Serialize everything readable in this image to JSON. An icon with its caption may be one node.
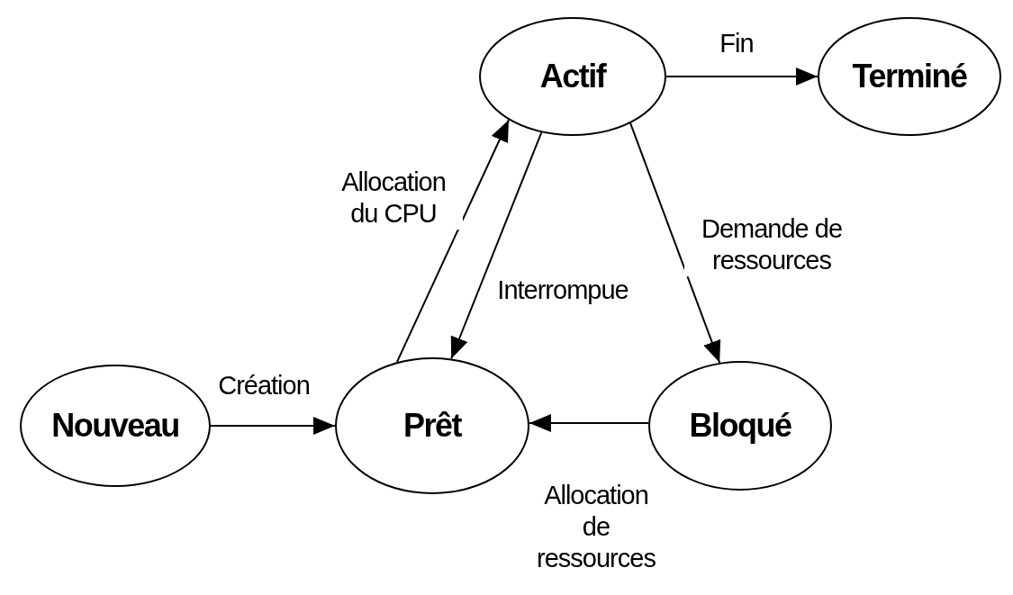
{
  "diagram": {
    "nodes": [
      {
        "text": [
          "Actif"
        ]
      },
      {
        "text": [
          "Terminé"
        ]
      },
      {
        "text": [
          "Nouveau"
        ]
      },
      {
        "text": [
          "Prêt"
        ]
      },
      {
        "text": [
          "Bloqué"
        ]
      }
    ],
    "edges": [
      {
        "from": 0,
        "to": 1,
        "arrow": "to",
        "label": "Fin"
      },
      {
        "from": 2,
        "to": 3,
        "arrow": "to",
        "label": "Création"
      },
      {
        "from": 3,
        "to": 0,
        "arrow": "to",
        "label": "Allocation du CPU"
      },
      {
        "from": 0,
        "to": 3,
        "arrow": "to",
        "label": "Interrompue"
      },
      {
        "from": 0,
        "to": 4,
        "arrow": "to",
        "label": "Demande de ressources"
      },
      {
        "from": 4,
        "to": 3,
        "arrow": "to",
        "label": "Allocation de ressources"
      }
    ]
  }
}
